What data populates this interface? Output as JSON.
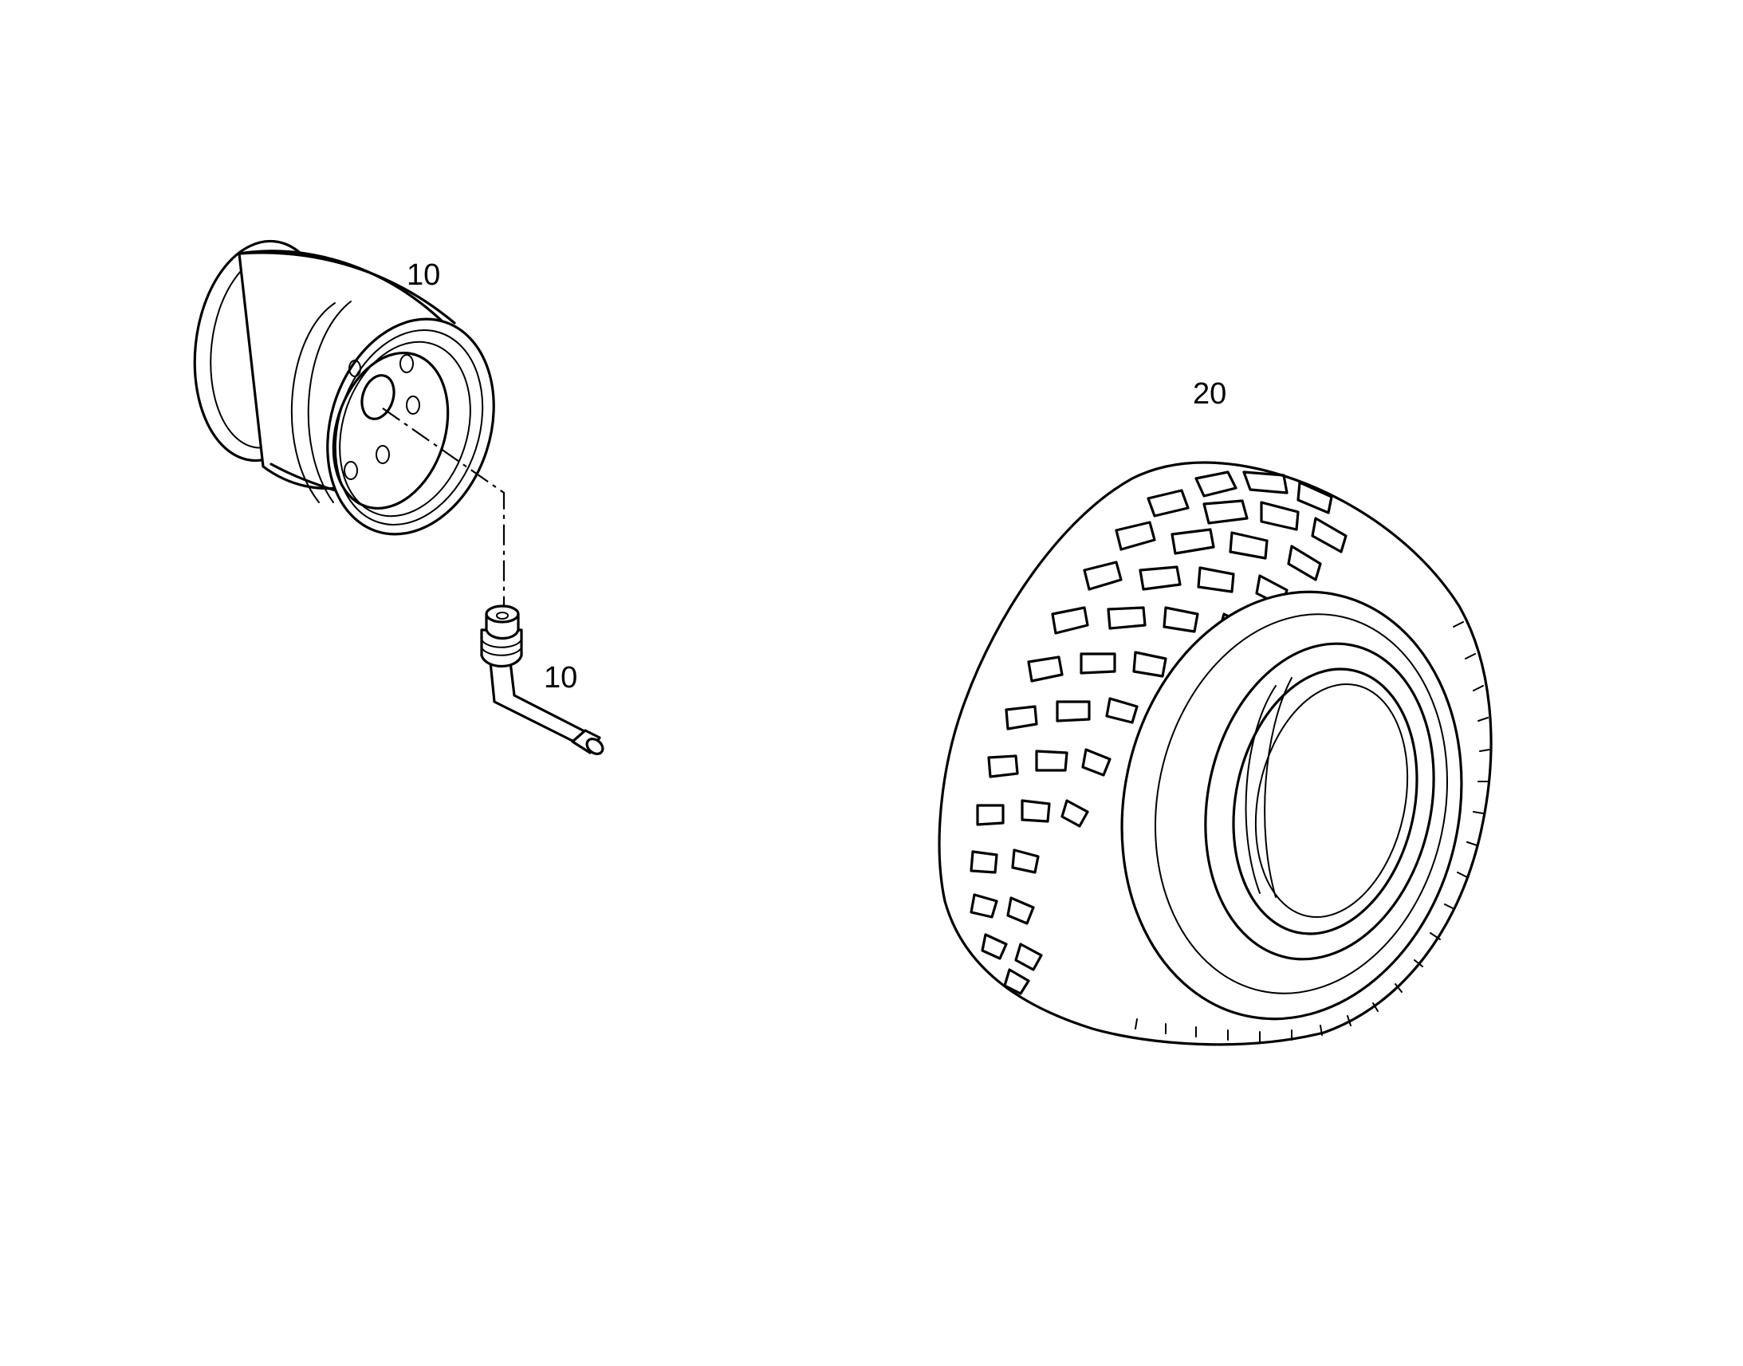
{
  "callouts": {
    "rim": "10",
    "valve": "10",
    "tyre": "20"
  },
  "parts": [
    {
      "ref": "10",
      "icon": "wheel-rim-icon"
    },
    {
      "ref": "10",
      "icon": "tyre-valve-icon"
    },
    {
      "ref": "20",
      "icon": "tyre-icon"
    }
  ],
  "colors": {
    "line": "#000000",
    "background": "#ffffff"
  }
}
